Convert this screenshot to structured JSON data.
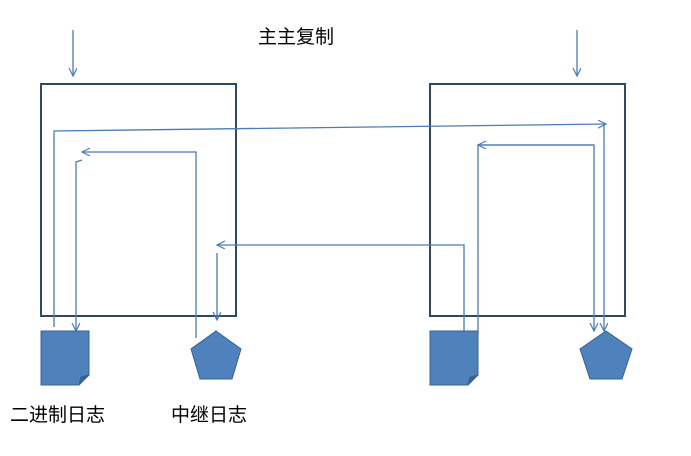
{
  "title": "主主复制",
  "captions": {
    "binlog": "二进制日志",
    "relaylog": "中继日志"
  },
  "colors": {
    "server_border": "#2e4a62",
    "arrow": "#4a7bb7",
    "shape_fill": "#4f81bd",
    "shape_stroke": "#3a6191",
    "text": "#000000"
  },
  "nodes": [
    {
      "id": "server-left",
      "kind": "server"
    },
    {
      "id": "server-right",
      "kind": "server"
    },
    {
      "id": "binlog-left",
      "kind": "document-icon"
    },
    {
      "id": "relaylog-left",
      "kind": "pentagon-icon"
    },
    {
      "id": "binlog-right",
      "kind": "document-icon"
    },
    {
      "id": "relaylog-right",
      "kind": "pentagon-icon"
    }
  ],
  "edges": [
    {
      "from": "client",
      "to": "server-left"
    },
    {
      "from": "client",
      "to": "server-right"
    },
    {
      "from": "binlog-left",
      "to": "server-right"
    },
    {
      "from": "server-left",
      "to": "binlog-left"
    },
    {
      "from": "binlog-right",
      "to": "server-left"
    },
    {
      "from": "server-right",
      "to": "binlog-right"
    },
    {
      "from": "relaylog-left",
      "to": "server-left"
    },
    {
      "from": "relaylog-right",
      "to": "server-right"
    }
  ]
}
